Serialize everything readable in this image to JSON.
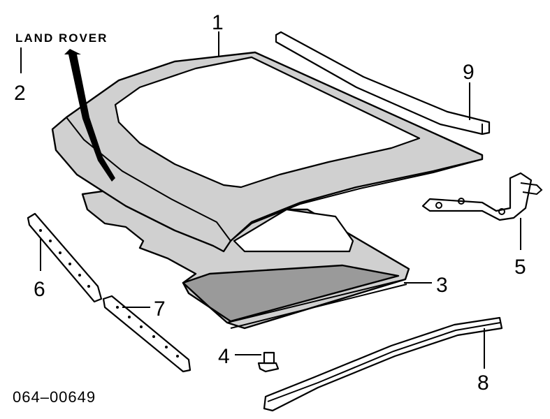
{
  "brand": "LAND ROVER",
  "code": "064–00649",
  "callouts": {
    "c1": "1",
    "c2": "2",
    "c3": "3",
    "c4": "4",
    "c5": "5",
    "c6": "6",
    "c7": "7",
    "c8": "8",
    "c9": "9"
  }
}
